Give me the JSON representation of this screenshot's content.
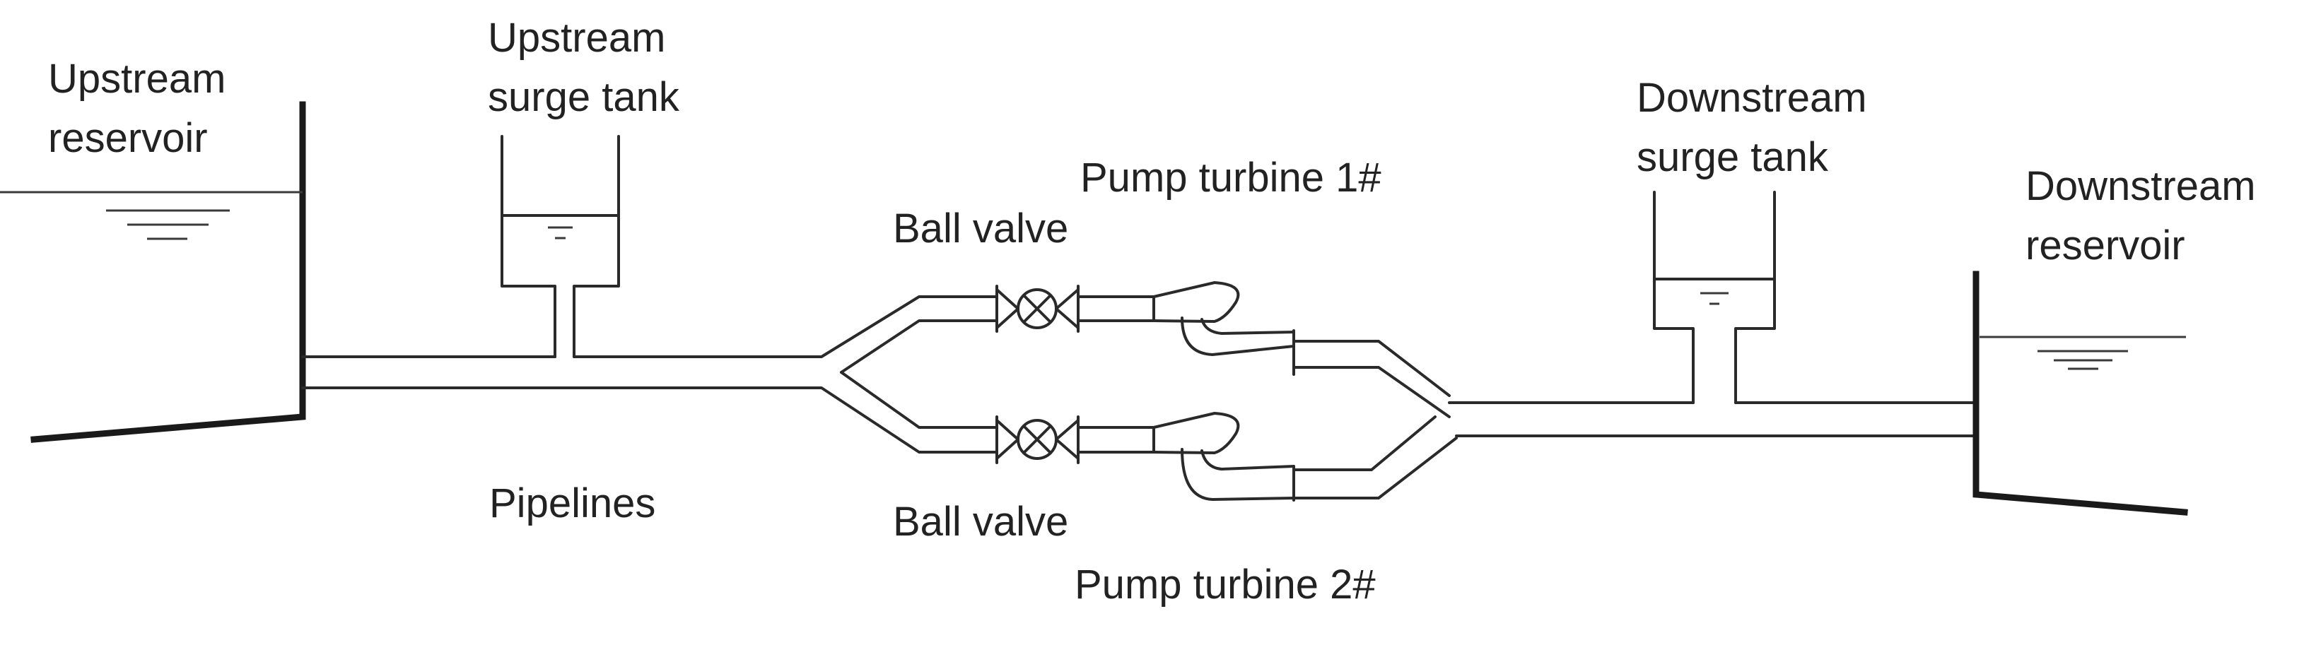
{
  "labels": {
    "upstream_reservoir": [
      "Upstream",
      "reservoir"
    ],
    "upstream_surge_tank": [
      "Upstream",
      "surge tank"
    ],
    "downstream_surge_tank": [
      "Downstream",
      "surge tank"
    ],
    "downstream_reservoir": [
      "Downstream",
      "reservoir"
    ],
    "pump_turbine_1": "Pump turbine 1#",
    "pump_turbine_2": "Pump turbine 2#",
    "ball_valve_top": "Ball valve",
    "ball_valve_bottom": "Ball valve",
    "pipelines": "Pipelines"
  },
  "colors": {
    "line": "#2a2a2a",
    "text": "#222222",
    "background": "#ffffff"
  }
}
